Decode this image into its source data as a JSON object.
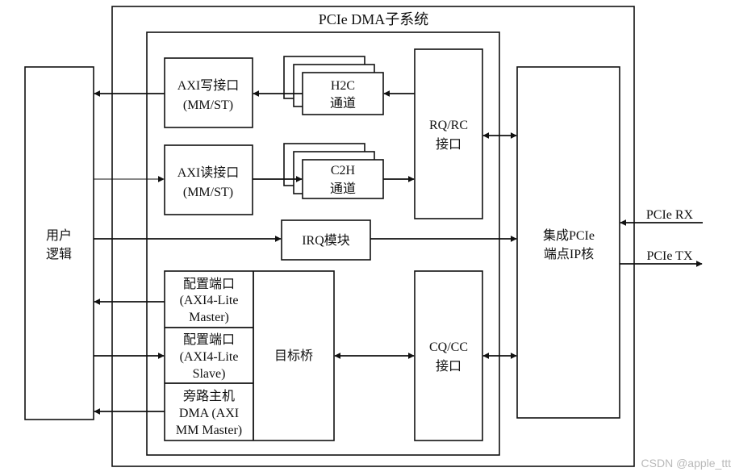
{
  "diagram": {
    "title": "PCIe DMA子系统",
    "user_logic": [
      "用户",
      "逻辑"
    ],
    "axi_write": [
      "AXI写接口",
      "(MM/ST)"
    ],
    "axi_read": [
      "AXI读接口",
      "(MM/ST)"
    ],
    "h2c": [
      "H2C",
      "通道"
    ],
    "c2h": [
      "C2H",
      "通道"
    ],
    "rq_rc": [
      "RQ/RC",
      "接口"
    ],
    "irq": "IRQ模块",
    "pcie_core": [
      "集成PCIe",
      "端点IP核"
    ],
    "config_master": [
      "配置端口",
      "(AXI4-Lite",
      "Master)"
    ],
    "config_slave": [
      "配置端口",
      "(AXI4-Lite",
      "Slave)"
    ],
    "bypass": [
      "旁路主机",
      "DMA (AXI",
      "MM Master)"
    ],
    "target_bridge": "目标桥",
    "cq_cc": [
      "CQ/CC",
      "接口"
    ],
    "pcie_rx": "PCIe RX",
    "pcie_tx": "PCIe TX"
  },
  "watermark": "CSDN @apple_ttt"
}
